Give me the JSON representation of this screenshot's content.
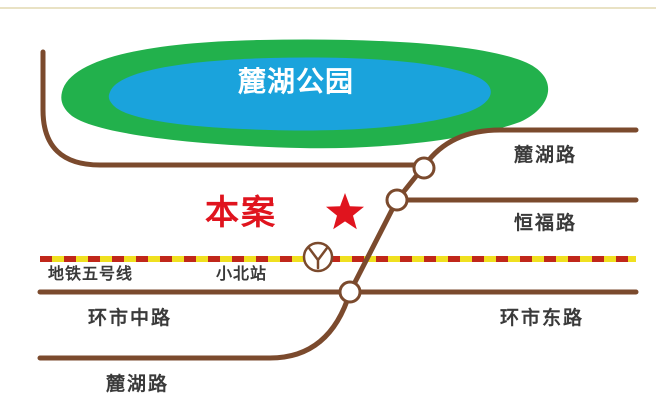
{
  "map": {
    "park": {
      "name": "麓湖公园",
      "green": "#22b14c",
      "water": "#1aa3dc"
    },
    "project": {
      "label": "本案",
      "color": "#e0141e",
      "marker": "star-icon"
    },
    "metro": {
      "line_name": "地铁五号线",
      "station": "小北站",
      "icon": "metro-station-icon",
      "dash_colors": [
        "#f0e020",
        "#c0271a"
      ]
    },
    "roads": {
      "luhu_right": "麓湖路",
      "hengfu": "恒福路",
      "huanshi_zhong": "环市中路",
      "huanshi_dong": "环市东路",
      "luhu_bottom": "麓湖路"
    },
    "colors": {
      "road": "#7b4a2d",
      "node_fill": "#ffffff",
      "label_text": "#3a3a3a"
    }
  }
}
